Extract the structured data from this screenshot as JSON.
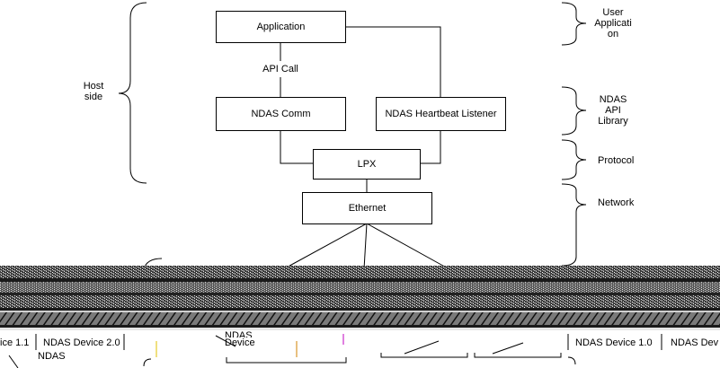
{
  "boxes": {
    "application": "Application",
    "ndas_comm": "NDAS Comm",
    "heartbeat": "NDAS Heartbeat Listener",
    "lpx": "LPX",
    "ethernet": "Ethernet"
  },
  "labels": {
    "api_call": "API Call",
    "host_side_1": "Host",
    "host_side_2": "side",
    "user_app_1": "User",
    "user_app_2": "Applicati",
    "user_app_3": "on",
    "api_lib_1": "NDAS",
    "api_lib_2": "API",
    "api_lib_3": "Library",
    "protocol": "Protocol",
    "network": "Network"
  },
  "bottom_fragments": {
    "device_a": "ice 1.1",
    "device_b": "NDAS Device 2.0",
    "device_c": "NDAS",
    "device_d_1": "NDAS",
    "device_d_2": "Device",
    "device_e": "NDAS Device 1.0",
    "device_f": "NDAS Dev"
  },
  "colors": {
    "line": "#000000",
    "noise_dark": "#2a2a2a",
    "noise_light": "#9a9a9a"
  }
}
